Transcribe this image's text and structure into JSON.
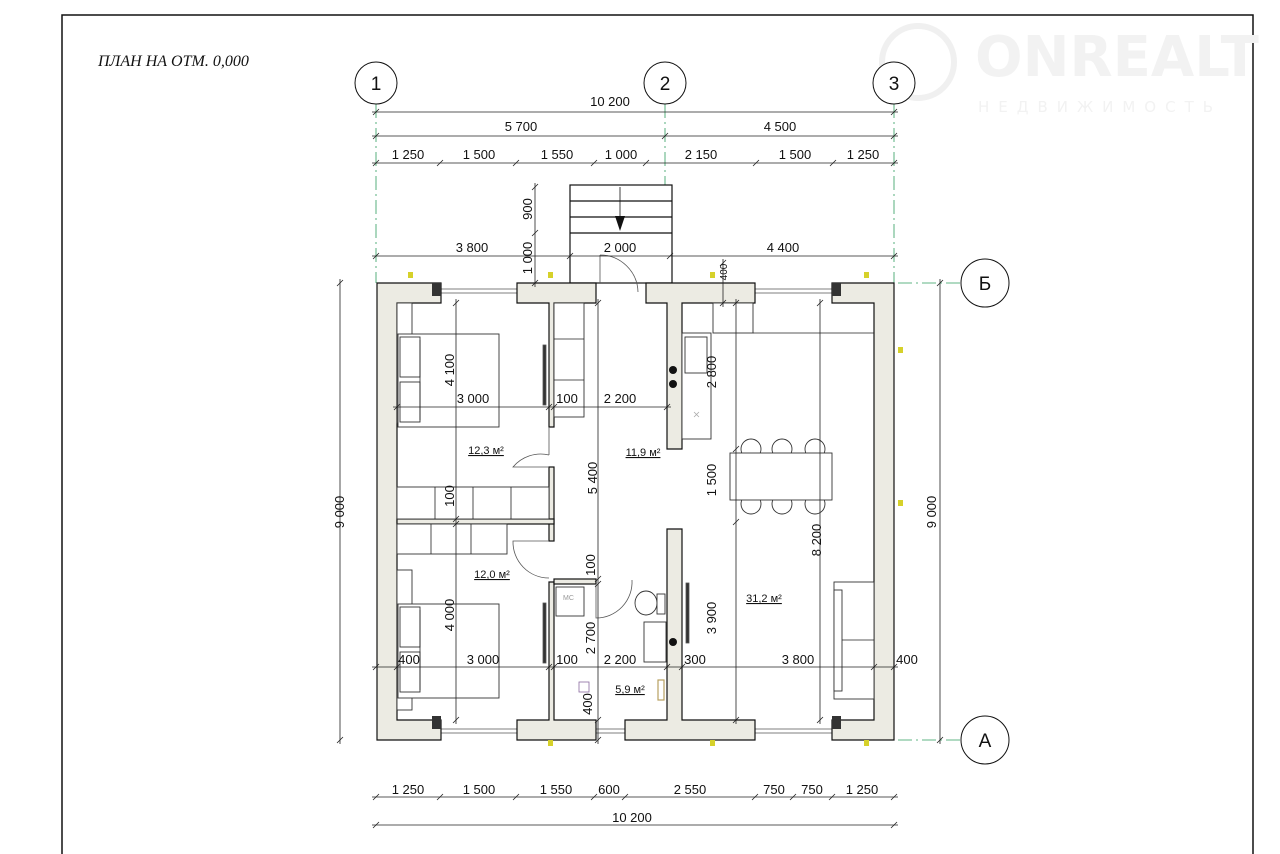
{
  "title": "ПЛАН НА ОТМ. 0,000",
  "watermark": {
    "brand": "ONREALT",
    "subtitle": "НЕДВИЖИМОСТЬ"
  },
  "axes": {
    "v1": "1",
    "v2": "2",
    "v3": "3",
    "hB": "Б",
    "hA": "А"
  },
  "dims_top": {
    "total": "10 200",
    "left": "5 700",
    "right": "4 500",
    "chain": [
      "1 250",
      "1 500",
      "1 550",
      "1 000",
      "2 150",
      "1 500",
      "1 250"
    ],
    "porch_900": "900",
    "porch_1000": "1 000",
    "row2": [
      "3 800",
      "2 000",
      "4 400"
    ],
    "wall_400": "400"
  },
  "dims_bottom": {
    "chain": [
      "1 250",
      "1 500",
      "1 550",
      "600",
      "2 550",
      "750",
      "750",
      "1 250"
    ],
    "total": "10 200"
  },
  "dims_side": {
    "left": "9 000",
    "right": "9 000"
  },
  "dims_interior": {
    "bed1_len": "4 100",
    "bed1_w": "3 000",
    "wall_100_a": "100",
    "hall_w_a": "2 200",
    "wardrobe_100": "100",
    "hall_len": "5 400",
    "bed2_len": "4 000",
    "wall_400_l": "400",
    "bed2_w": "3 000",
    "wall_100_b": "100",
    "hall_w_b": "2 200",
    "bath_len": "2 700",
    "bath_100": "100",
    "bath_400": "400",
    "wall_300": "300",
    "living_w": "3 800",
    "wall_400_r": "400",
    "k_2800": "2 800",
    "k_1500": "1 500",
    "k_3900": "3 900",
    "k_8200": "8 200"
  },
  "rooms": {
    "bedroom1": "12,3 м²",
    "hall": "11,9 м²",
    "bedroom2": "12,0 м²",
    "bath": "5,9 м²",
    "living": "31,2 м²",
    "washer": "МС"
  }
}
